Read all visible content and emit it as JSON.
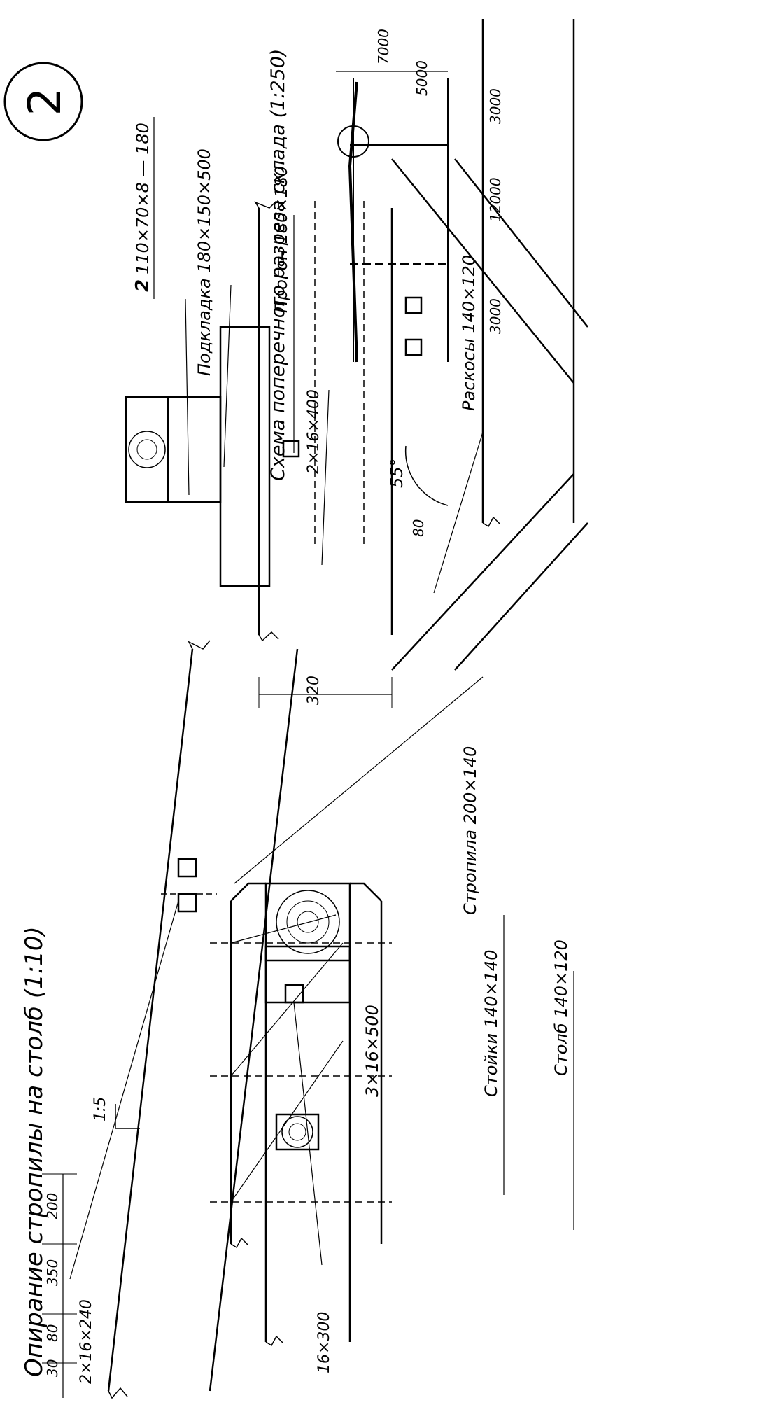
{
  "sheet_number": "2",
  "titles": {
    "main": "Опирание стропилы на столб (1:10)",
    "scheme": "Схема поперечного разреза склада (1:250)"
  },
  "labels": {
    "strut_rafter": "Стропила 200×140",
    "slope": "1:5",
    "bolts_left": "2×16×240",
    "bolt_center": "16×300",
    "bolts_posts": "3×16×500",
    "posts": "Стойки 140×140",
    "pillar": "Столб 140×120",
    "angle": "2",
    "angle_size": "110×70×8 — 180",
    "pad": "Подкладка 180×150×500",
    "purlin": "Прогон 180×180",
    "bolts_right": "2×16×400",
    "braces": "Раскосы 140×120",
    "angle_value": "55°",
    "offset": "80"
  },
  "dimensions": {
    "left_chain": [
      "30",
      "80",
      "350",
      "200"
    ],
    "purlin_width": "320",
    "scheme_heights": [
      "7000",
      "5000"
    ],
    "scheme_spans": [
      "3000",
      "12000",
      "3000"
    ]
  }
}
